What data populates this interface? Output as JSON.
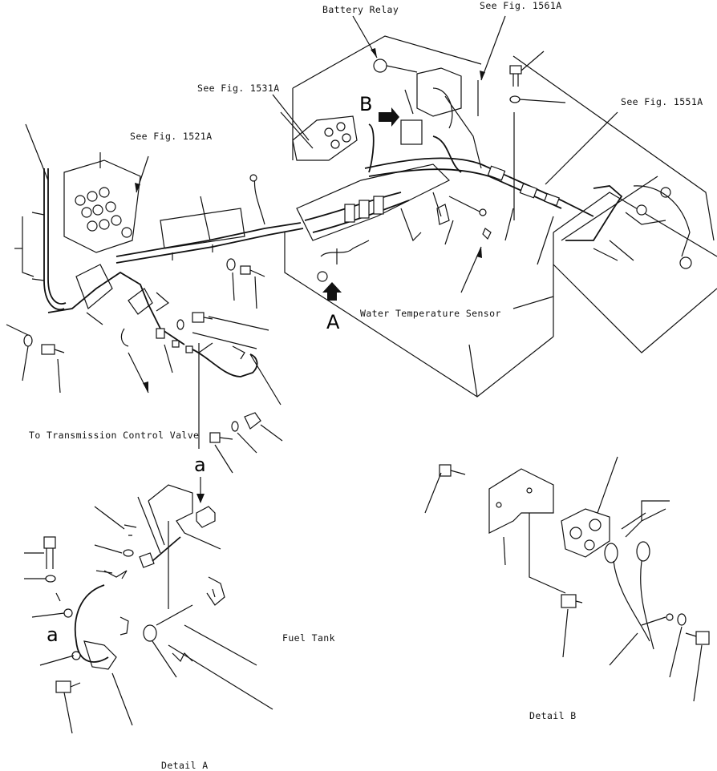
{
  "labels": {
    "battery_relay": "Battery Relay",
    "see_1561a": "See Fig. 1561A",
    "see_1531a": "See Fig. 1531A",
    "see_1551a": "See Fig. 1551A",
    "see_1521a": "See Fig. 1521A",
    "water_temp_sensor": "Water Temperature Sensor",
    "to_transmission": "To Transmission Control Valve",
    "fuel_tank": "Fuel Tank",
    "detail_b": "Detail B",
    "detail_a": "Detail A"
  },
  "markers": {
    "view_a": "A",
    "view_b": "B",
    "detail_a_ref_top": "a",
    "detail_a_ref_left": "a"
  }
}
